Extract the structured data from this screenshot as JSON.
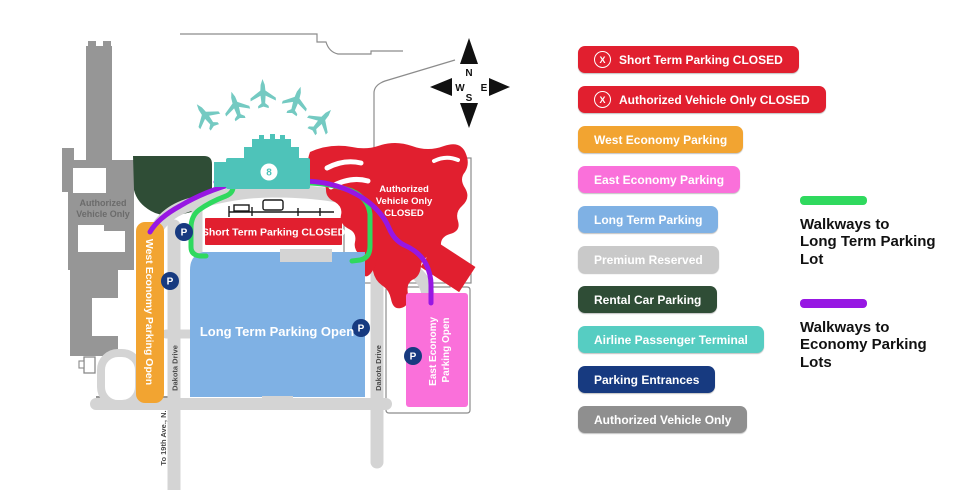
{
  "legend": {
    "closed_icon": "X",
    "items": [
      {
        "label": "Short Term Parking CLOSED",
        "bg": "#E11F2F",
        "closed": true
      },
      {
        "label": "Authorized Vehicle Only CLOSED",
        "bg": "#E11F2F",
        "closed": true
      },
      {
        "label": "West Economy Parking",
        "bg": "#F2A431",
        "closed": false
      },
      {
        "label": "East Economy Parking",
        "bg": "#FA70DA",
        "closed": false
      },
      {
        "label": "Long Term Parking",
        "bg": "#7FB1E4",
        "closed": false
      },
      {
        "label": "Premium Reserved",
        "bg": "#C9C9C9",
        "closed": false
      },
      {
        "label": "Rental Car Parking",
        "bg": "#2F4D36",
        "closed": false
      },
      {
        "label": "Airline Passenger Terminal",
        "bg": "#56CDC2",
        "closed": false
      },
      {
        "label": "Parking Entrances",
        "bg": "#173A80",
        "closed": false
      },
      {
        "label": "Authorized Vehicle Only",
        "bg": "#8F8F8F",
        "closed": false
      }
    ]
  },
  "walkway_legend": [
    {
      "color": "#2FD95E",
      "lines": [
        "Walkways to",
        "Long Term Parking",
        "Lot"
      ]
    },
    {
      "color": "#9717E3",
      "lines": [
        "Walkways to",
        "Economy Parking",
        "Lots"
      ]
    }
  ],
  "map": {
    "colors": {
      "road": "#D4D4D4",
      "gray_zone": "#969696",
      "gray_text": "#6B6B6B",
      "rental_green": "#2F4D36",
      "terminal": "#4EC3B9",
      "plane": "#74CAC2",
      "walkway_green": "#2FD95E",
      "walkway_purple": "#9717E3",
      "closed_red": "#E11F2F",
      "long_blue": "#7FB1E4",
      "west_orange": "#F2A431",
      "east_pink": "#FA70DA",
      "entrance_navy": "#173A80",
      "outline": "#8C8C8C"
    },
    "compass": {
      "n": "N",
      "w": "W",
      "e": "E",
      "s": "S"
    },
    "terminal_gate": "8",
    "labels": {
      "authorized_west": [
        "Authorized",
        "Vehicle Only"
      ],
      "avo_closed": [
        "Authorized",
        "Vehicle Only",
        "CLOSED"
      ],
      "short_term": "Short Term Parking CLOSED",
      "long_term": "Long Term Parking Open",
      "west_economy": "West Economy Parking Open",
      "east_economy": [
        "East Economy",
        "Parking Open"
      ],
      "dakota_drive": "Dakota Drive",
      "to_19th": "To 19th Ave., N.",
      "parking_marker": "P"
    }
  }
}
